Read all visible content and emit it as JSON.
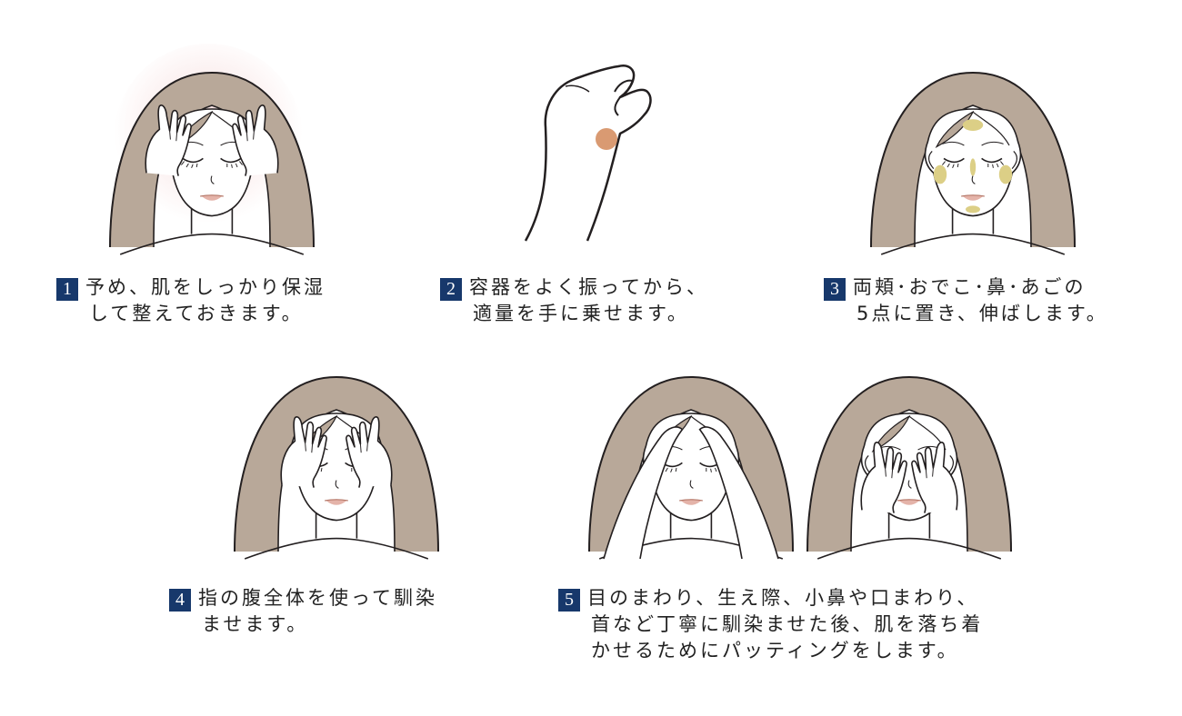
{
  "colors": {
    "hair": "#b8a899",
    "skin": "#ffffff",
    "line": "#231f20",
    "lips": "#e4b3a9",
    "badge": "#17386b",
    "glow": "#f6d8d8",
    "drop": "#d99a72",
    "dot": "#dccf86"
  },
  "steps": [
    {
      "num": "1",
      "lines": [
        "予め、肌をしっかり保湿",
        "して整えておきます。"
      ]
    },
    {
      "num": "2",
      "lines": [
        "容器をよく振ってから、",
        "適量を手に乗せます。"
      ]
    },
    {
      "num": "3",
      "lines": [
        "両頬･おでこ･鼻･あごの",
        "5点に置き、伸ばします。"
      ]
    },
    {
      "num": "4",
      "lines": [
        "指の腹全体を使って馴染",
        "ませます。"
      ]
    },
    {
      "num": "5",
      "lines": [
        "目のまわり、生え際、小鼻や口まわり、",
        "首など丁寧に馴染ませた後、肌を落ち着",
        "かせるためにパッティングをします。"
      ]
    }
  ]
}
